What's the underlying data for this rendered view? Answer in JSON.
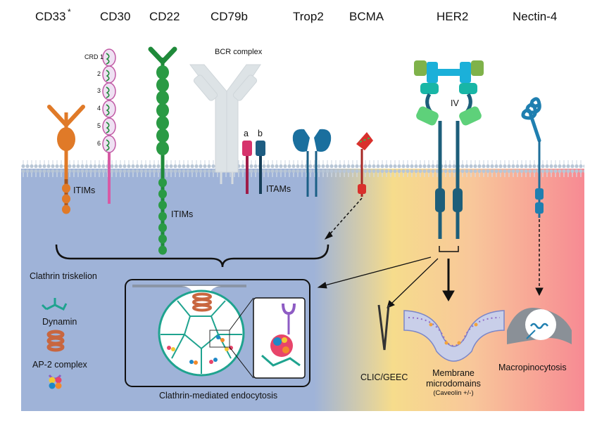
{
  "receptors": {
    "cd33": "CD33",
    "cd33_mark": "*",
    "cd30": "CD30",
    "cd22": "CD22",
    "cd79b": "CD79b",
    "trop2": "Trop2",
    "bcma": "BCMA",
    "her2": "HER2",
    "nectin4": "Nectin-4"
  },
  "labels": {
    "bcr_complex": "BCR complex",
    "crd1": "CRD 1",
    "crd2": "2",
    "crd3": "3",
    "crd4": "4",
    "crd5": "5",
    "crd6": "6",
    "chain_a": "a",
    "chain_b": "b",
    "itims_cd33": "ITIMs",
    "itims_cd22": "ITIMs",
    "itams": "ITAMs",
    "domain_iv": "IV"
  },
  "legend": {
    "triskelion": "Clathrin triskelion",
    "dynamin": "Dynamin",
    "ap2": "AP-2 complex"
  },
  "pathways": {
    "clathrin": "Clathrin-mediated endocytosis",
    "clic": "CLIC/GEEC",
    "membrane_line1": "Membrane",
    "membrane_line2": "microdomains",
    "caveolin": "(Caveolin +/-)",
    "macropinocytosis": "Macropinocytosis"
  },
  "colors": {
    "cytoplasm_blue": "#9fb3d8",
    "gradient_yellow": "#f6dc8c",
    "gradient_red": "#f78a93",
    "membrane": "#c9d5e3",
    "cd33": "#e07a28",
    "cd30": "#d85aa5",
    "cd22": "#1f8a3a",
    "cd79a": "#d6336c",
    "cd79b": "#1e5d82",
    "trop2": "#1a6f9e",
    "bcma": "#d9302c",
    "her2": "#1d5e7a",
    "her2_teal": "#18b6a6",
    "nectin4": "#1f7fb0",
    "clathrin": "#1fa38f"
  }
}
